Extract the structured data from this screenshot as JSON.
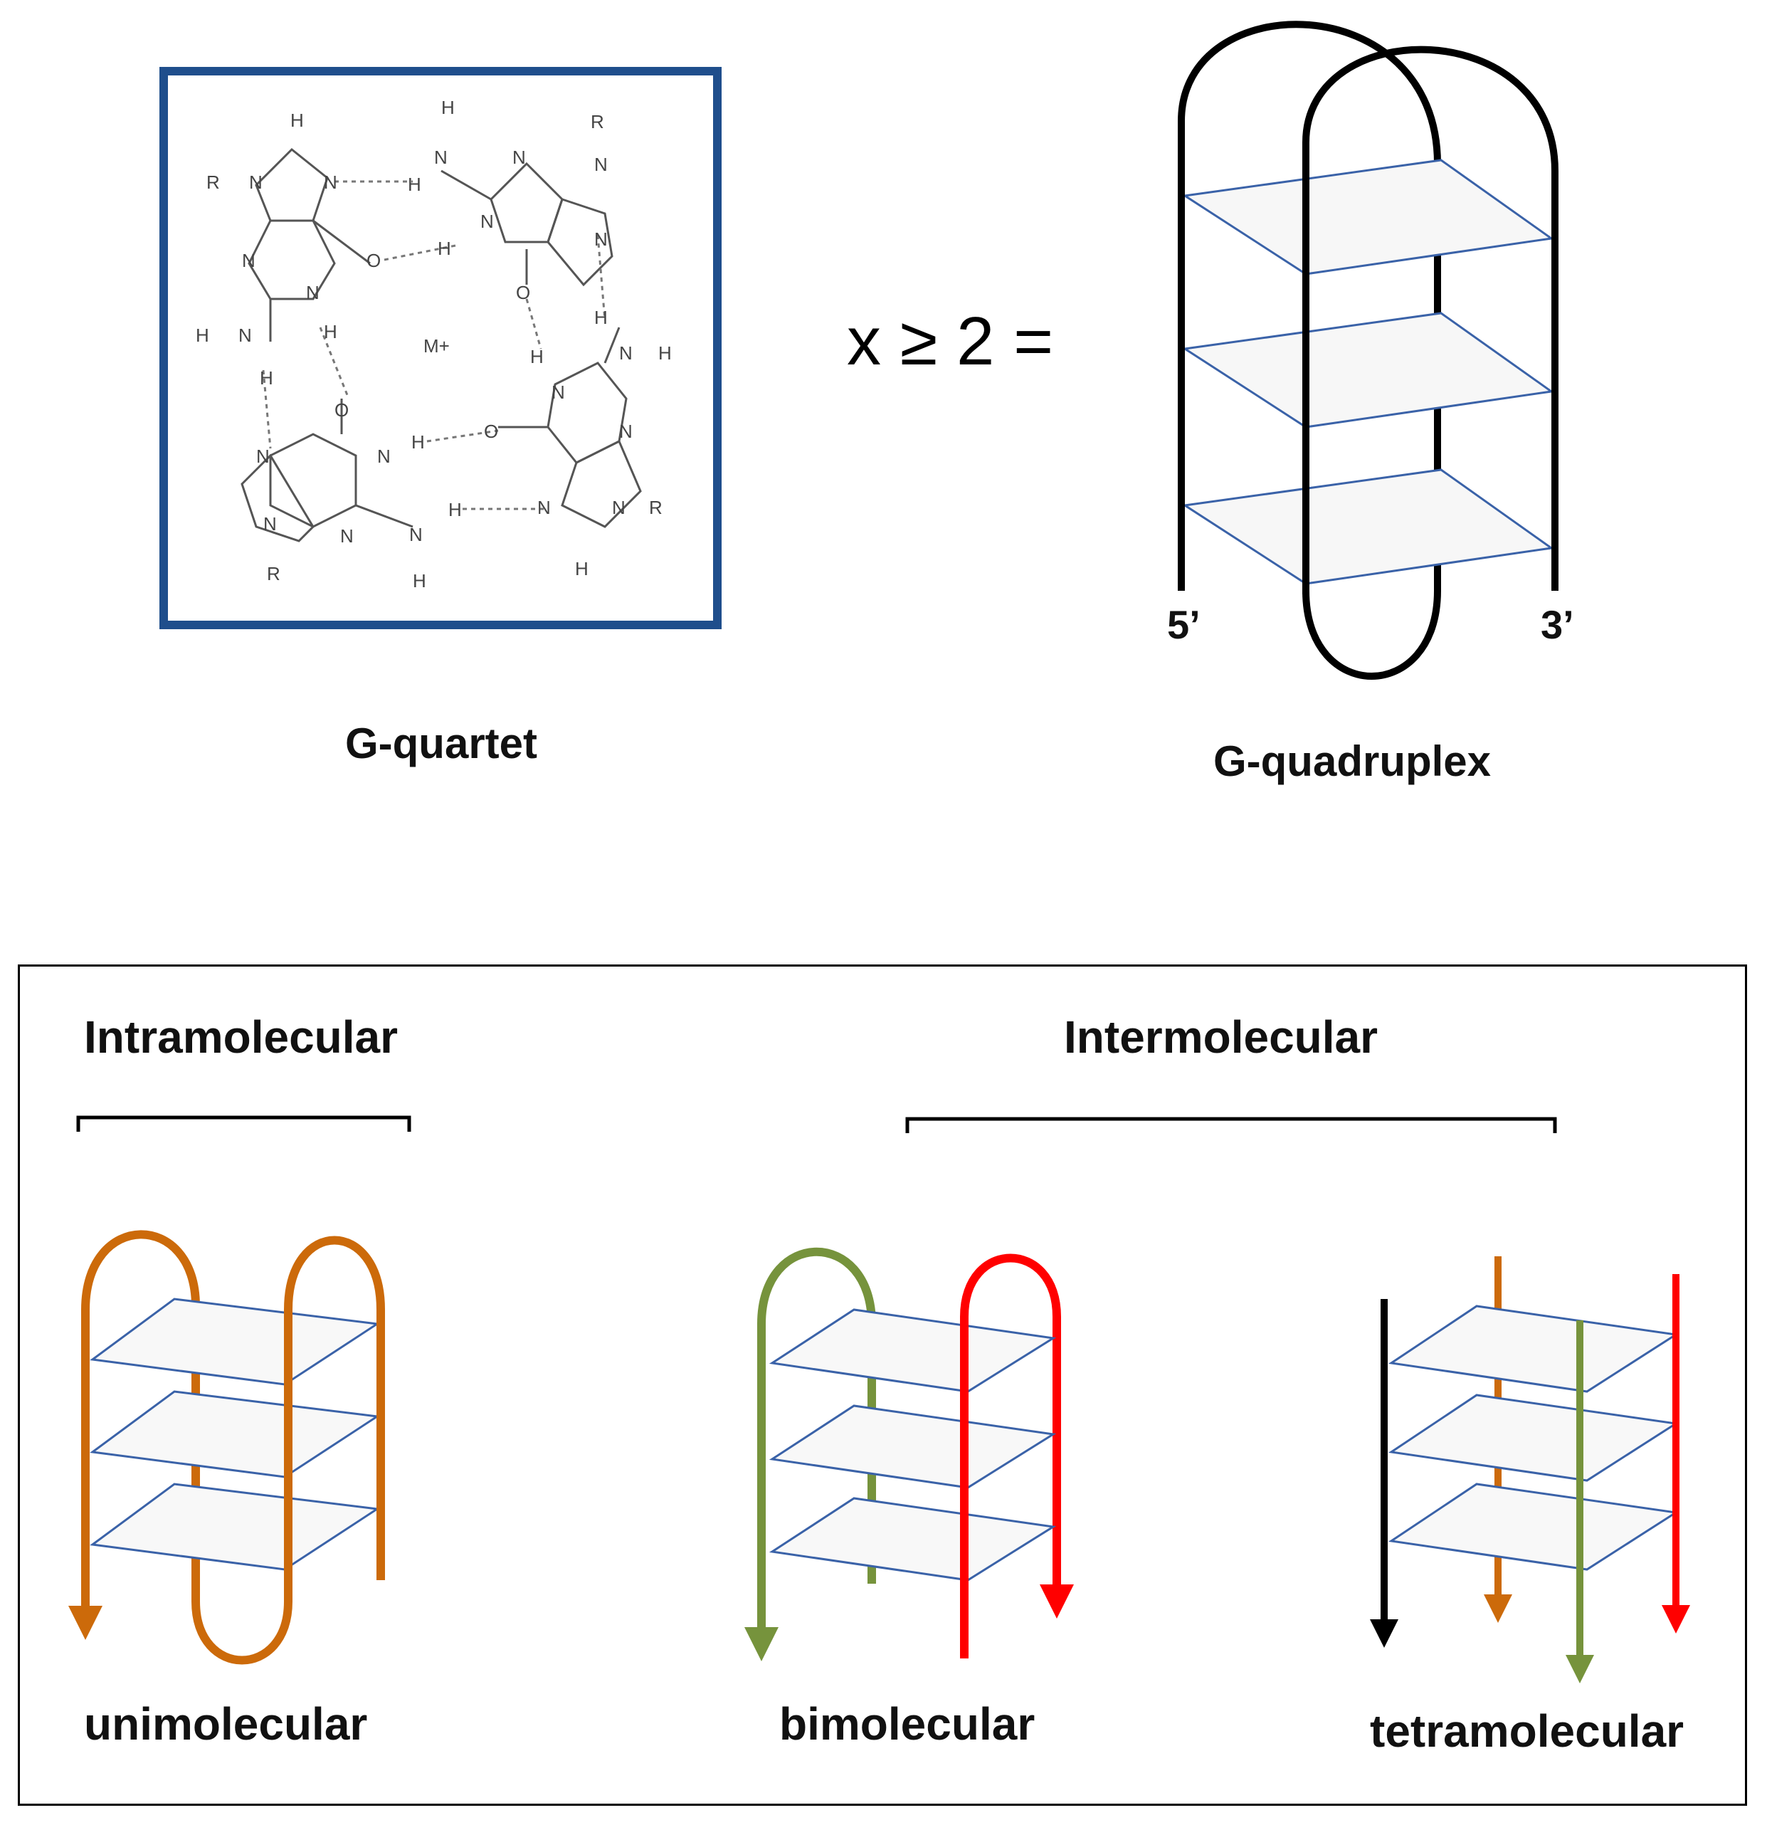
{
  "top": {
    "quartet": {
      "caption": "G-quartet",
      "center_ion": "M+",
      "atoms": {
        "R": "R",
        "H": "H",
        "N": "N",
        "O": "O"
      },
      "frame_color": "#1f4e8c"
    },
    "equation": "x ≥ 2 =",
    "quadruplex": {
      "caption": "G-quadruplex",
      "end_5": "5’",
      "end_3": "3’"
    }
  },
  "bottom": {
    "intra_header": "Intramolecular",
    "inter_header": "Intermolecular",
    "types": [
      {
        "label": "unimolecular",
        "strand_colors": [
          "#cc6a0a"
        ]
      },
      {
        "label": "bimolecular",
        "strand_colors": [
          "#76933c",
          "#ff0000"
        ]
      },
      {
        "label": "tetramolecular",
        "strand_colors": [
          "#000000",
          "#cc6a0a",
          "#76933c",
          "#ff0000"
        ]
      }
    ]
  },
  "colors": {
    "plane": "#3a62a8",
    "orange": "#cc6a0a",
    "green": "#76933c",
    "red": "#ff0000",
    "black": "#000000"
  }
}
